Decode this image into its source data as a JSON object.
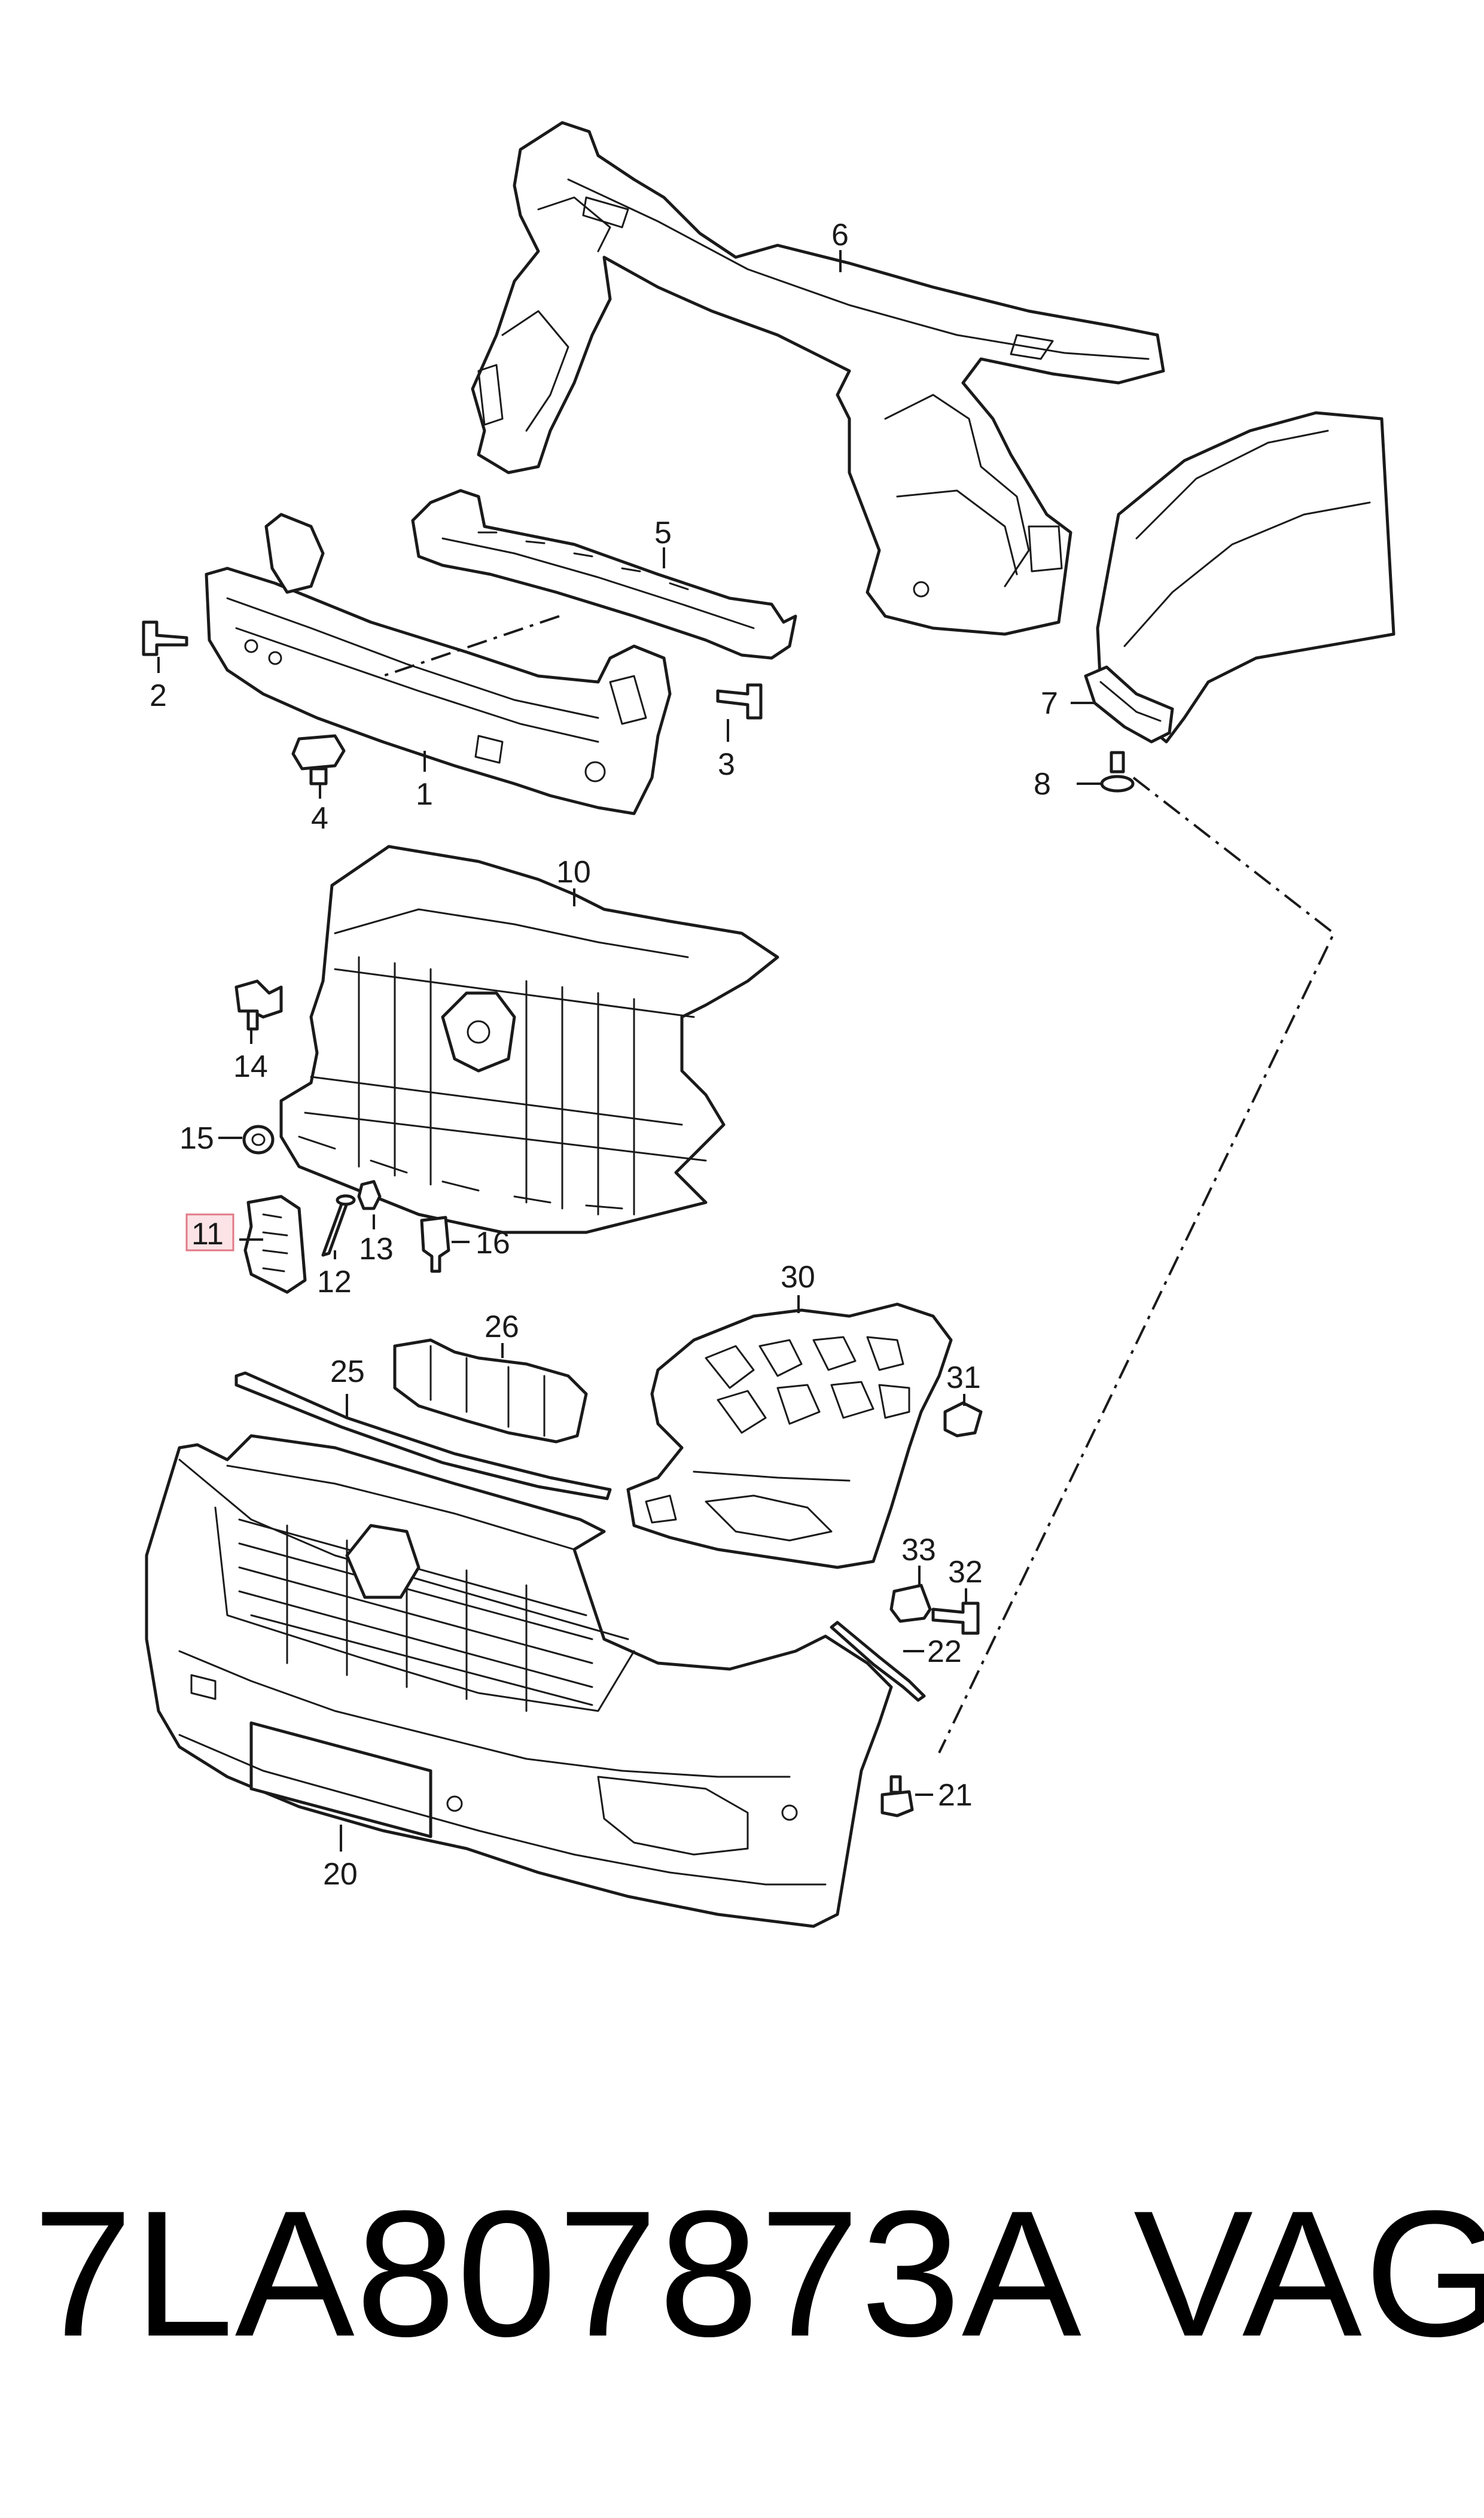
{
  "diagram": {
    "callouts": {
      "c1": "1",
      "c2": "2",
      "c3": "3",
      "c4": "4",
      "c5": "5",
      "c6": "6",
      "c7": "7",
      "c8": "8",
      "c10": "10",
      "c11": "11",
      "c12": "12",
      "c13": "13",
      "c14": "14",
      "c15": "15",
      "c16": "16",
      "c20": "20",
      "c21": "21",
      "c22": "22",
      "c25": "25",
      "c26": "26",
      "c30": "30",
      "c31": "31",
      "c32": "32",
      "c33": "33"
    },
    "highlighted_callout": "11",
    "highlight_color": "#fbe3e6"
  },
  "caption": {
    "part_number": "7LA807873A",
    "brand": "VAG"
  }
}
